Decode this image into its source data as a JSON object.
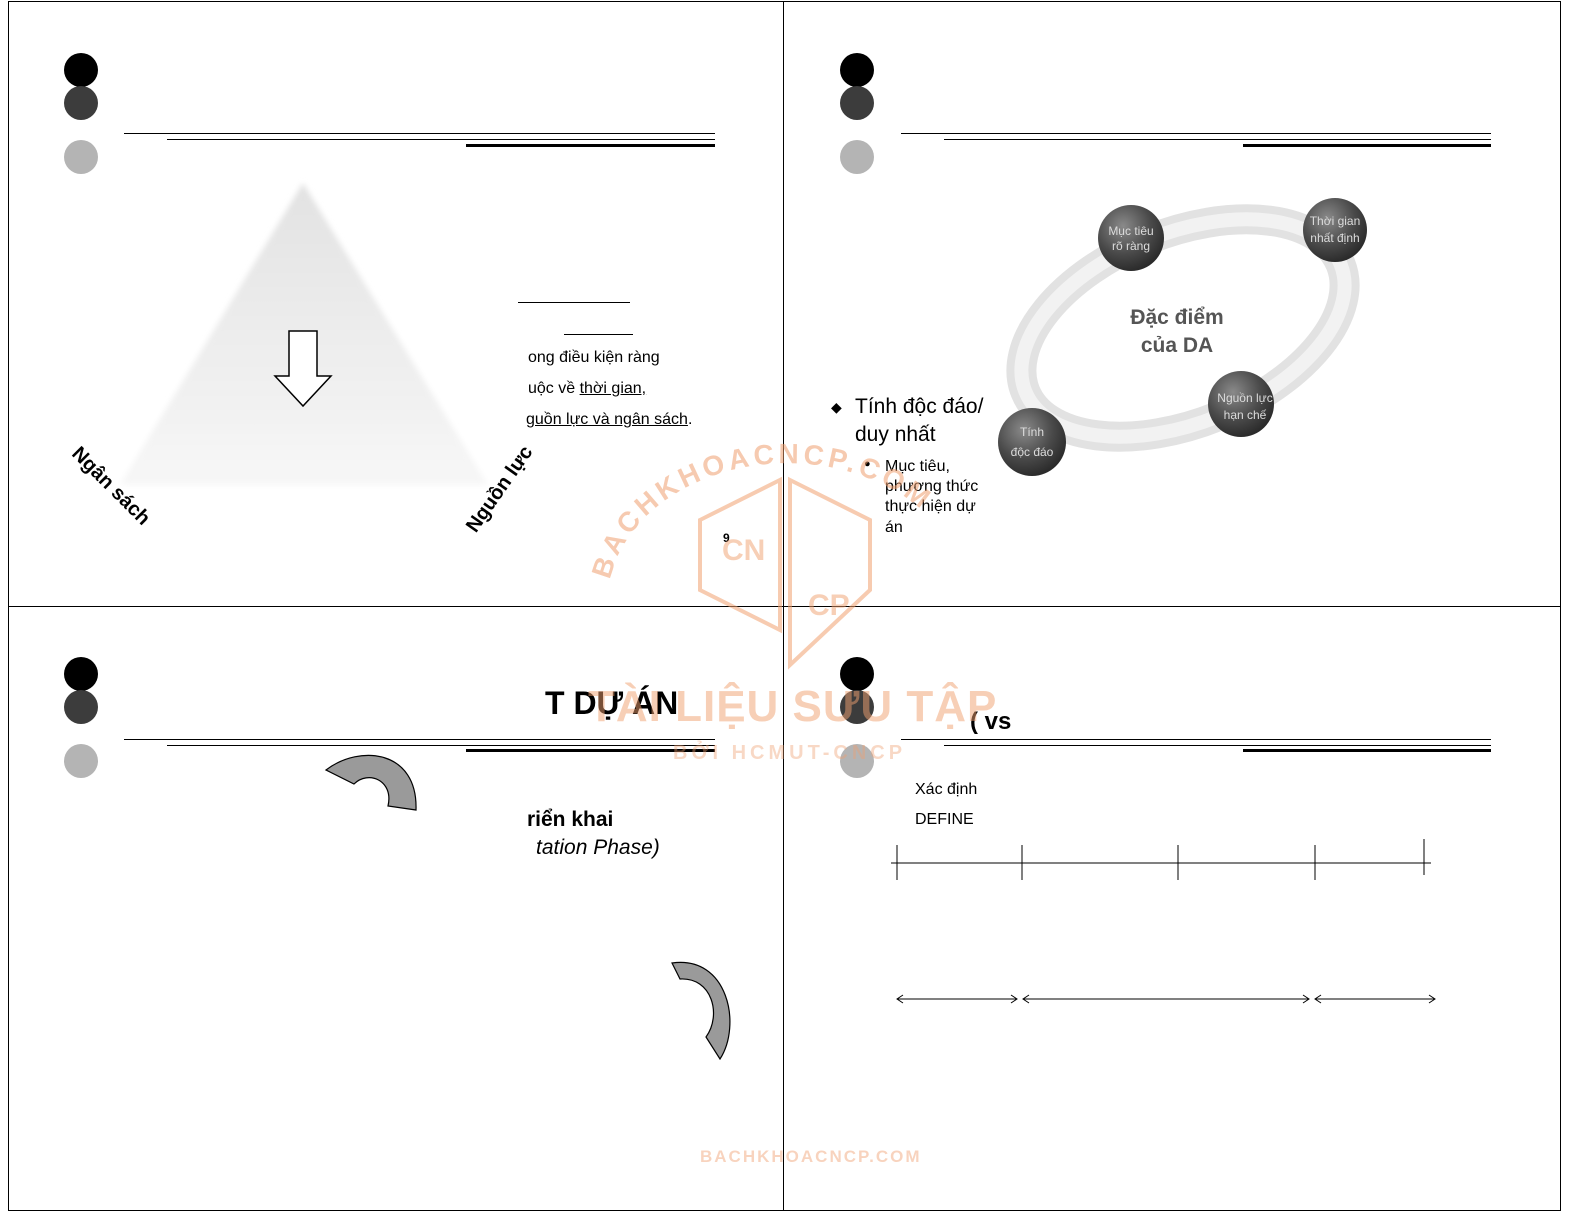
{
  "slide1": {
    "label_left": "Ngân sách",
    "label_right": "Nguồn lực",
    "line1": "ong điều kiện ràng",
    "line2_prefix": "uộc về ",
    "line2_link": "thời gian,",
    "line3": "guồn lực và ngân sách",
    "line3_end": ".",
    "page_number": "9"
  },
  "slide2": {
    "bullet_main_1": "Tính độc đáo/",
    "bullet_main_2": "duy nhất",
    "sub_bullet_1": "Mục tiêu,",
    "sub_bullet_2": "phương thức",
    "sub_bullet_3": "thực hiện dự",
    "sub_bullet_4": "án",
    "diagram_center_1": "Đặc điểm",
    "diagram_center_2": "của DA",
    "ball_1_1": "Mục tiêu",
    "ball_1_2": "rõ ràng",
    "ball_2_1": "Thời gian",
    "ball_2_2": "nhất định",
    "ball_3_1": "Nguồn lực",
    "ball_3_2": "hạn chế",
    "ball_4_1": "Tính",
    "ball_4_2": "độc đáo"
  },
  "slide3": {
    "title": "T DỰ ÁN",
    "phase_1": "riển khai",
    "phase_2": "tation Phase)"
  },
  "slide4": {
    "title": "( vs",
    "label_1": "Xác định",
    "label_2": "DEFINE"
  },
  "watermark": {
    "arc_text": "BACHKHOACNCP.COM",
    "tag_1": "CN",
    "tag_2": "CP",
    "main": "TÀI LIỆU SƯU TẬP",
    "sub": "BỞI HCMUT-CNCP",
    "footer": "BACHKHOACNCP.COM"
  },
  "colors": {
    "watermark": "#f0a070",
    "dark_dot": "#3c3c3c",
    "light_dot": "#b4b4b4"
  }
}
